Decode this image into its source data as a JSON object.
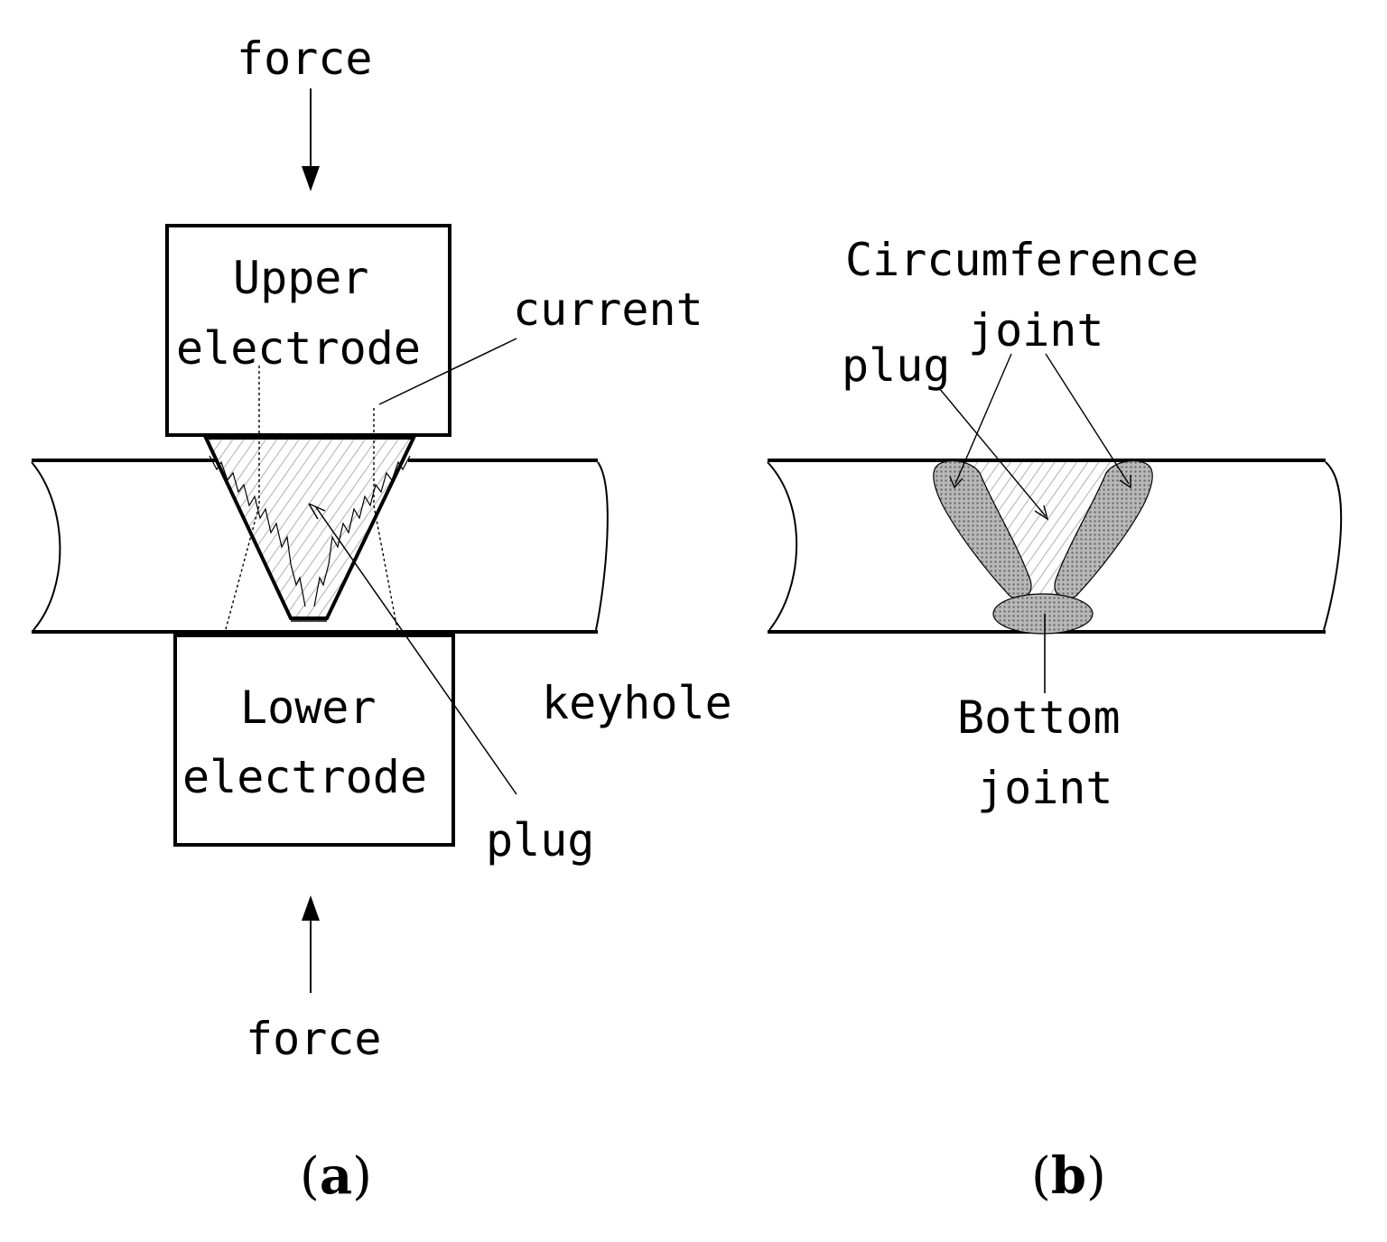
{
  "panel_a": {
    "force_top": "force",
    "upper_electrode_line1": "Upper",
    "upper_electrode_line2": "electrode",
    "current": "current",
    "lower_electrode_line1": "Lower",
    "lower_electrode_line2": "electrode",
    "keyhole": "keyhole",
    "plug": "plug",
    "force_bottom": "force",
    "caption_open": "(",
    "caption_letter": "a",
    "caption_close": ")"
  },
  "panel_b": {
    "circumference_line1": "Circumference",
    "circumference_line2": "joint",
    "plug": "plug",
    "bottom_line1": "Bottom",
    "bottom_line2": "joint",
    "caption_open": "(",
    "caption_letter": "b",
    "caption_close": ")"
  },
  "colors": {
    "line": "#000000",
    "hatch": "#b0b0b0",
    "weld_fill": "#9a9a9a"
  }
}
